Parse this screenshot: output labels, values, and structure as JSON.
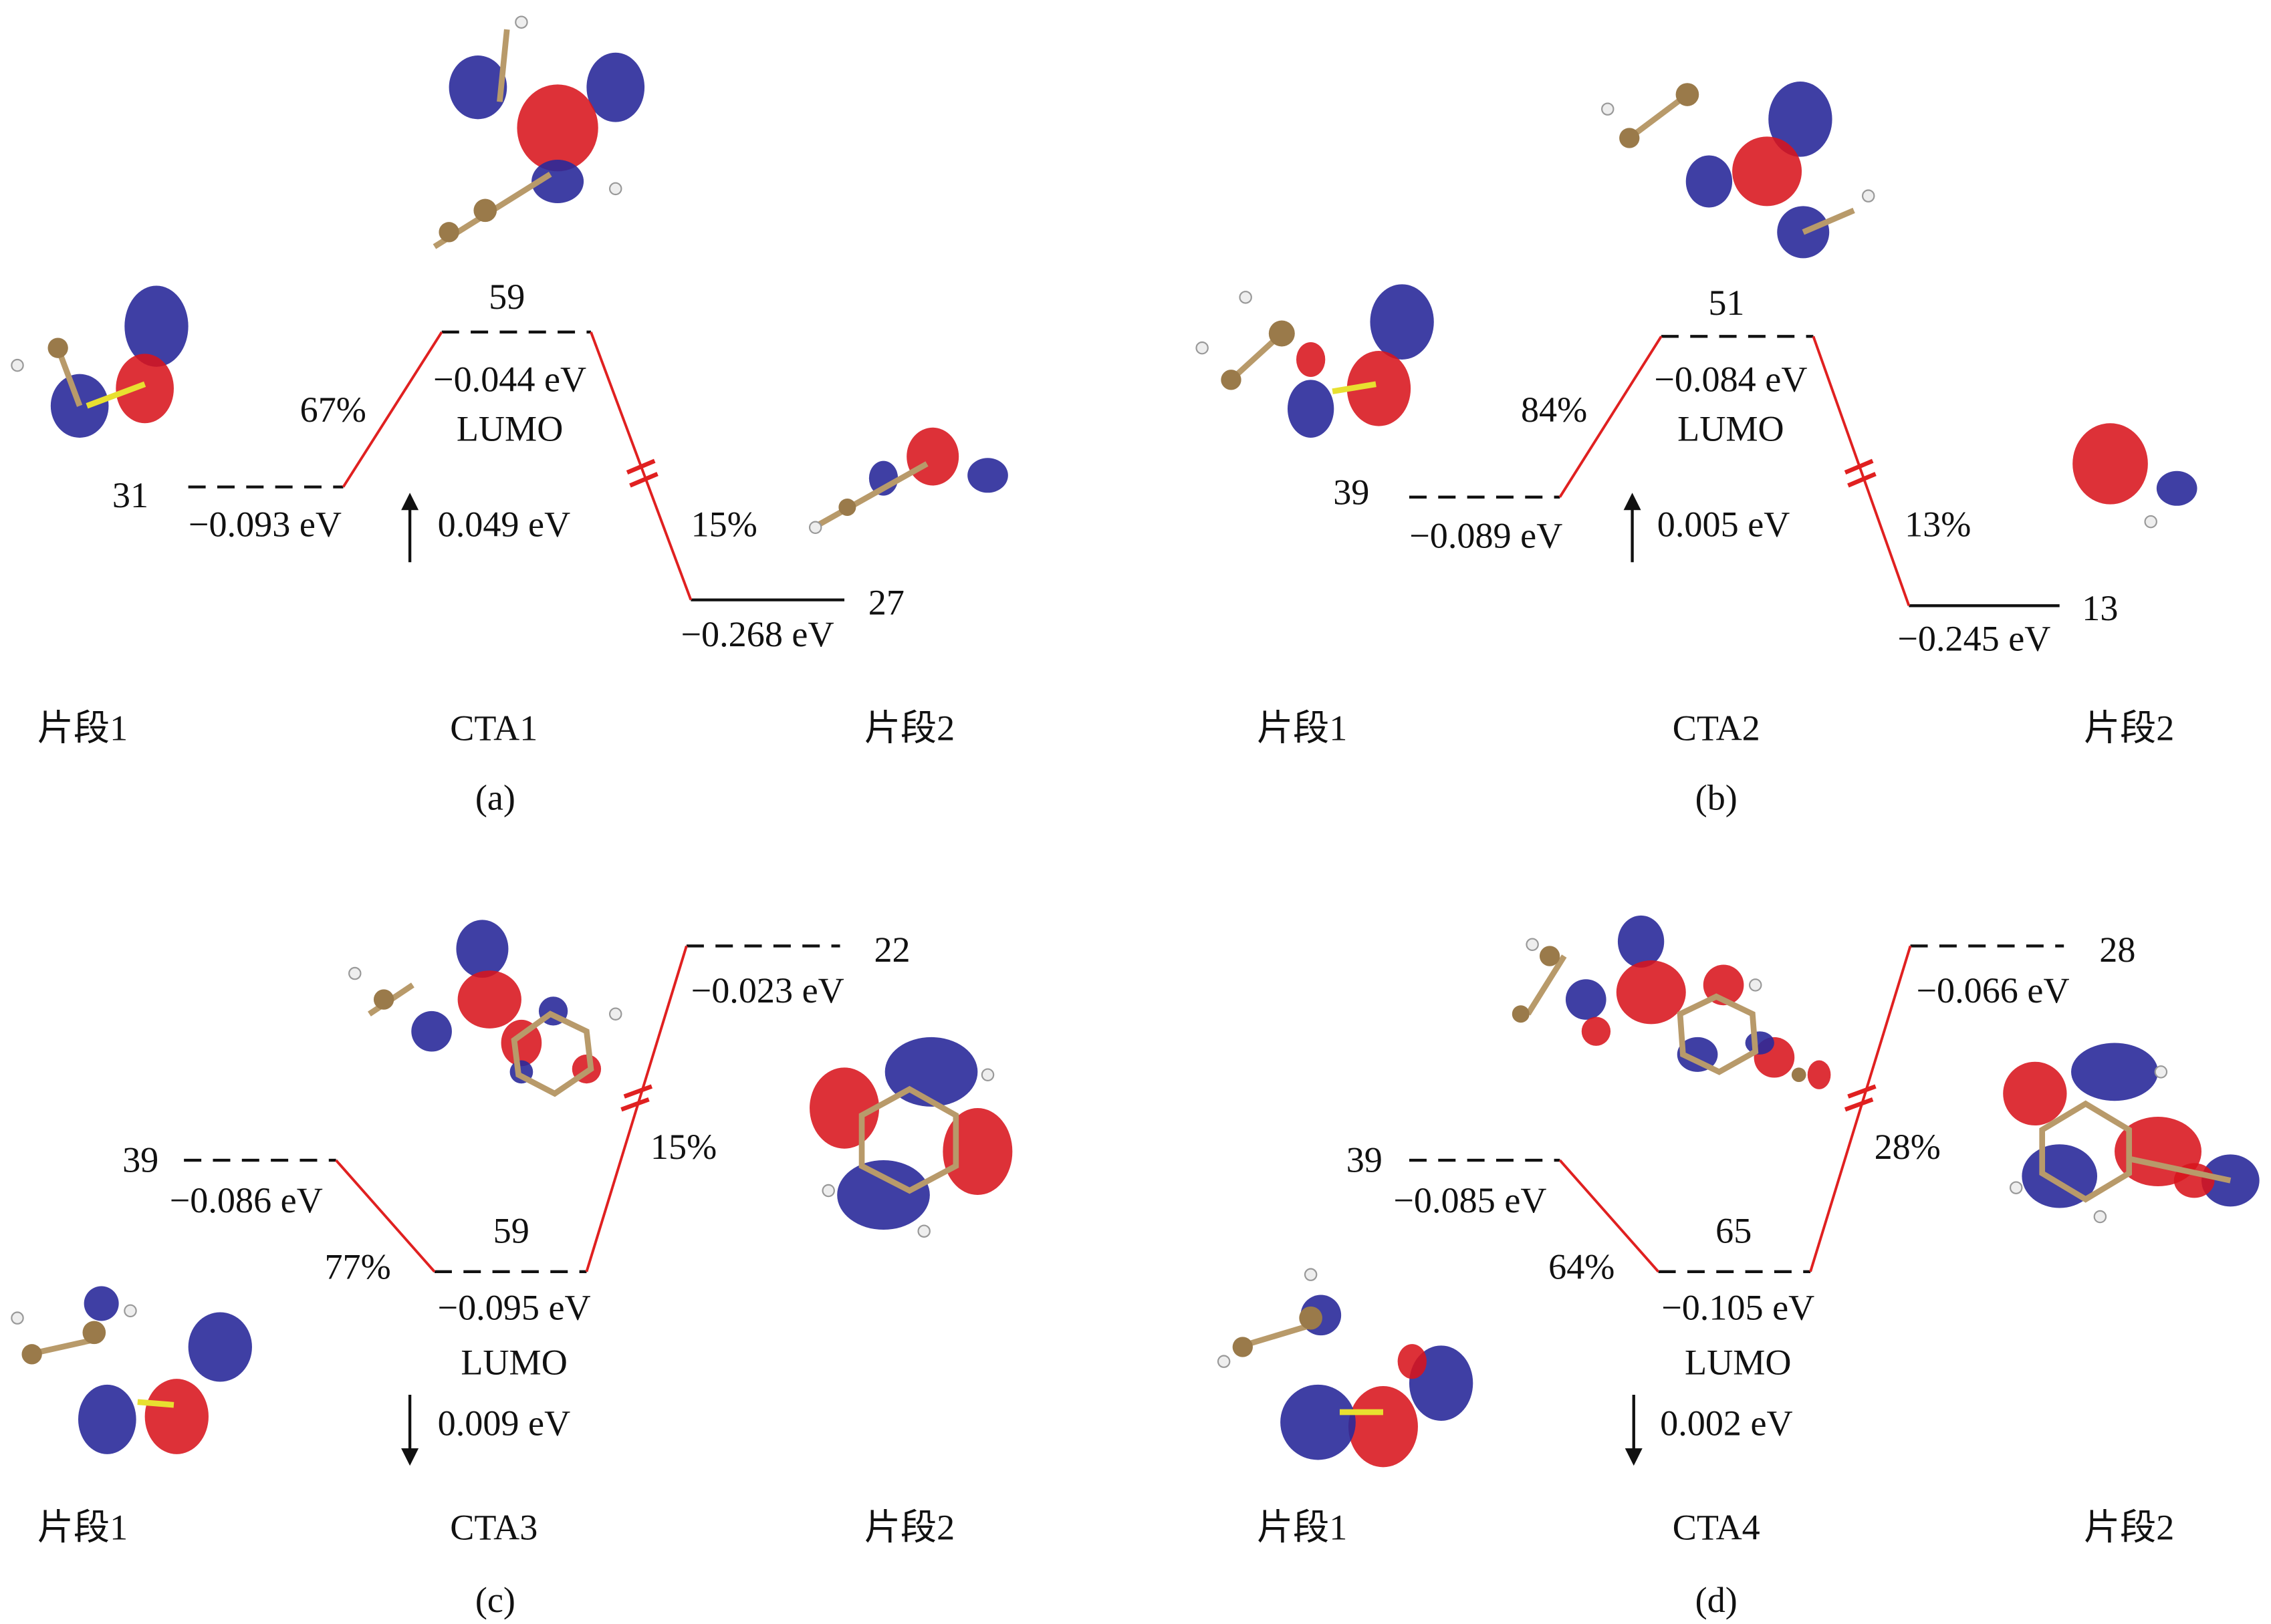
{
  "panels": [
    {
      "id": "a",
      "caption": "(a)",
      "name": "CTA1",
      "frag1": "片段1",
      "frag2": "片段2",
      "lumo_index": "59",
      "lumo_energy": "−0.044 eV",
      "lumo_label": "LUMO",
      "frag1_index": "31",
      "frag1_energy": "−0.093 eV",
      "frag1_pct": "67%",
      "frag2_index": "27",
      "frag2_energy": "−0.268 eV",
      "frag2_pct": "15%",
      "shift": "0.049 eV",
      "shift_direction": "up"
    },
    {
      "id": "b",
      "caption": "(b)",
      "name": "CTA2",
      "frag1": "片段1",
      "frag2": "片段2",
      "lumo_index": "51",
      "lumo_energy": "−0.084 eV",
      "lumo_label": "LUMO",
      "frag1_index": "39",
      "frag1_energy": "−0.089 eV",
      "frag1_pct": "84%",
      "frag2_index": "13",
      "frag2_energy": "−0.245 eV",
      "frag2_pct": "13%",
      "shift": "0.005 eV",
      "shift_direction": "up"
    },
    {
      "id": "c",
      "caption": "(c)",
      "name": "CTA3",
      "frag1": "片段1",
      "frag2": "片段2",
      "lumo_index": "59",
      "lumo_energy": "−0.095 eV",
      "lumo_label": "LUMO",
      "frag1_index": "39",
      "frag1_energy": "−0.086 eV",
      "frag1_pct": "77%",
      "frag2_index": "22",
      "frag2_energy": "−0.023 eV",
      "frag2_pct": "15%",
      "shift": "0.009 eV",
      "shift_direction": "down"
    },
    {
      "id": "d",
      "caption": "(d)",
      "name": "CTA4",
      "frag1": "片段1",
      "frag2": "片段2",
      "lumo_index": "65",
      "lumo_energy": "−0.105 eV",
      "lumo_label": "LUMO",
      "frag1_index": "39",
      "frag1_energy": "−0.085 eV",
      "frag1_pct": "64%",
      "frag2_index": "28",
      "frag2_energy": "−0.066 eV",
      "frag2_pct": "28%",
      "shift": "0.002 eV",
      "shift_direction": "down"
    }
  ],
  "colors": {
    "connector": "#e02020",
    "orbital_positive": "#d8141c",
    "orbital_negative": "#2a2a9a"
  }
}
